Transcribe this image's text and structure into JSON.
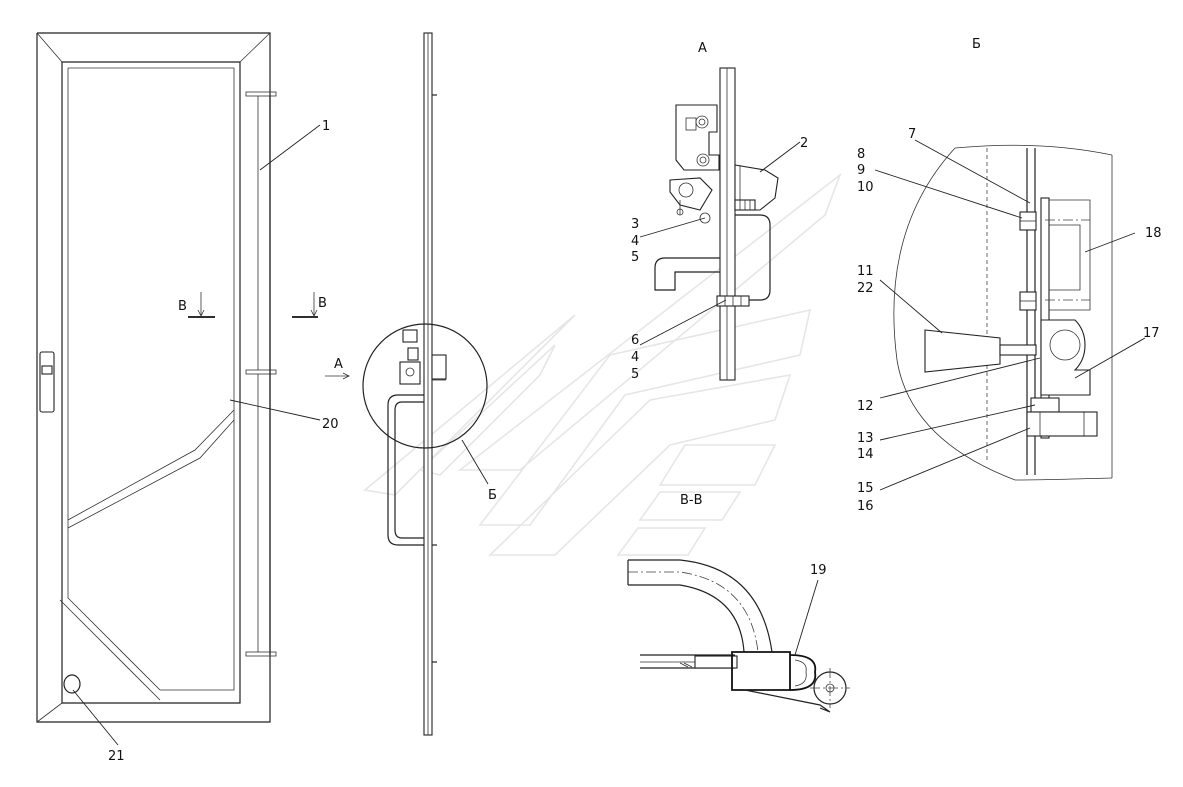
{
  "labels": {
    "view_a_title": "А",
    "view_b_title": "Б",
    "section_vv_title": "В-В",
    "section_mark": "В",
    "arrow_a": "А",
    "callout_b": "Б",
    "p1": "1",
    "p2": "2",
    "p3": "3",
    "p4a": "4",
    "p5a": "5",
    "p6": "6",
    "p4b": "4",
    "p5b": "5",
    "p7": "7",
    "p8": "8",
    "p9": "9",
    "p10": "10",
    "p11": "11",
    "p22": "22",
    "p12": "12",
    "p13": "13",
    "p14": "14",
    "p15": "15",
    "p16": "16",
    "p17": "17",
    "p18": "18",
    "p19": "19",
    "p20": "20",
    "p21": "21"
  }
}
